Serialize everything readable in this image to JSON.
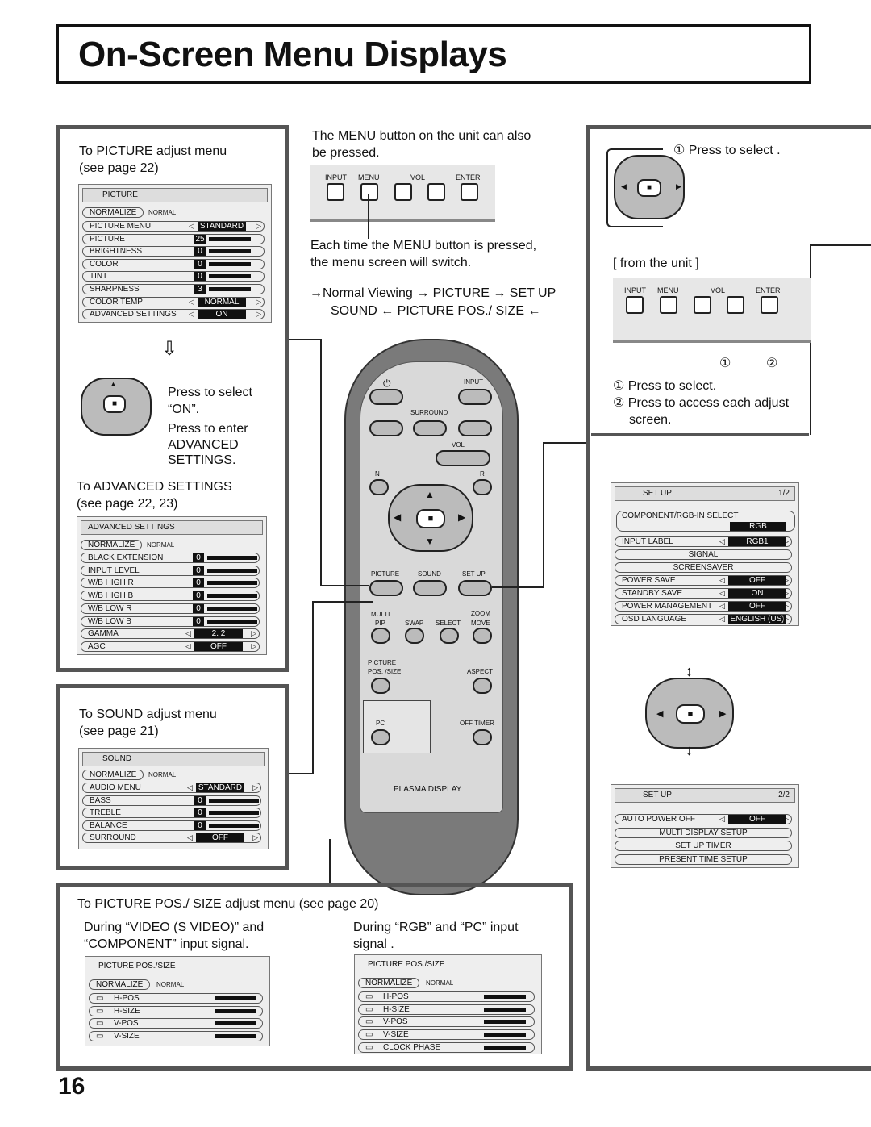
{
  "title": "On-Screen Menu Displays",
  "page_number": "16",
  "left_panel": {
    "picture_caption": [
      "To PICTURE adjust menu",
      "(see page 22)"
    ],
    "picture_menu": {
      "title": "PICTURE",
      "normalize": "NORMALIZE",
      "normal": "NORMAL",
      "rows": [
        {
          "label": "PICTURE  MENU",
          "value": "STANDARD"
        },
        {
          "label": "PICTURE",
          "value": "25"
        },
        {
          "label": "BRIGHTNESS",
          "value": "0"
        },
        {
          "label": "COLOR",
          "value": "0"
        },
        {
          "label": "TINT",
          "value": "0"
        },
        {
          "label": "SHARPNESS",
          "value": "3"
        },
        {
          "label": "COLOR  TEMP",
          "value": "NORMAL"
        },
        {
          "label": "ADVANCED  SETTINGS",
          "value": "ON"
        }
      ]
    },
    "press_select_on": [
      "Press to select",
      "“ON”."
    ],
    "press_enter": [
      "Press to enter",
      "ADVANCED",
      "SETTINGS."
    ],
    "advanced_caption": [
      "To ADVANCED SETTINGS",
      "(see page 22, 23)"
    ],
    "advanced_menu": {
      "title": "ADVANCED  SETTINGS",
      "normalize": "NORMALIZE",
      "normal": "NORMAL",
      "rows": [
        {
          "label": "BLACK  EXTENSION",
          "value": "0"
        },
        {
          "label": "INPUT LEVEL",
          "value": "0"
        },
        {
          "label": "W/B  HIGH  R",
          "value": "0"
        },
        {
          "label": "W/B  HIGH  B",
          "value": "0"
        },
        {
          "label": "W/B  LOW  R",
          "value": "0"
        },
        {
          "label": "W/B  LOW  B",
          "value": "0"
        },
        {
          "label": "GAMMA",
          "value": "2. 2"
        },
        {
          "label": "AGC",
          "value": "OFF"
        }
      ]
    }
  },
  "sound_panel": {
    "caption": [
      "To SOUND adjust menu",
      "(see page 21)"
    ],
    "menu": {
      "title": "SOUND",
      "normalize": "NORMALIZE",
      "normal": "NORMAL",
      "rows": [
        {
          "label": "AUDIO  MENU",
          "value": "STANDARD"
        },
        {
          "label": "BASS",
          "value": "0"
        },
        {
          "label": "TREBLE",
          "value": "0"
        },
        {
          "label": "BALANCE",
          "value": "0"
        },
        {
          "label": "SURROUND",
          "value": "OFF"
        }
      ]
    }
  },
  "center": {
    "menu_note": [
      "The MENU button on the unit can also",
      "be pressed."
    ],
    "unit_labels": [
      "INPUT",
      "MENU",
      "VOL",
      "ENTER"
    ],
    "each_time": [
      "Each time the MENU button is pressed,",
      "the menu screen will switch."
    ],
    "flow_top": [
      "Normal Viewing",
      "PICTURE",
      "SET UP"
    ],
    "flow_bottom": [
      "SOUND",
      "PICTURE POS./ SIZE"
    ]
  },
  "remote": {
    "input": "INPUT",
    "surround": "SURROUND",
    "vol": "VOL",
    "n": "N",
    "r": "R",
    "picture": "PICTURE",
    "sound": "SOUND",
    "setup": "SET UP",
    "multi": "MULTI",
    "zoom": "ZOOM",
    "pip": "PIP",
    "swap": "SWAP",
    "select": "SELECT",
    "move": "MOVE",
    "picture_pos": [
      "PICTURE",
      "POS. /SIZE"
    ],
    "aspect": "ASPECT",
    "pc": "PC",
    "off_timer": "OFF TIMER",
    "brand": "PLASMA DISPLAY"
  },
  "right_panel": {
    "press_select_top": "Press to select .",
    "from_unit": "[ from the unit ]",
    "unit_labels": [
      "INPUT",
      "MENU",
      "VOL",
      "ENTER"
    ],
    "circle1": "①",
    "circle2": "②",
    "note1": "Press to select.",
    "note2": [
      "Press to access each adjust",
      "screen."
    ],
    "setup1": {
      "title": "SET UP",
      "page": "1/2",
      "component_label": "COMPONENT/RGB-IN  SELECT",
      "component_value": "RGB",
      "rows": [
        {
          "label": "INPUT LABEL",
          "value": "RGB1"
        },
        {
          "label": "SIGNAL",
          "value": ""
        },
        {
          "label": "SCREENSAVER",
          "value": ""
        },
        {
          "label": "POWER SAVE",
          "value": "OFF"
        },
        {
          "label": "STANDBY SAVE",
          "value": "ON"
        },
        {
          "label": "POWER MANAGEMENT",
          "value": "OFF"
        },
        {
          "label": "OSD  LANGUAGE",
          "value": "ENGLISH (US)"
        }
      ]
    },
    "setup2": {
      "title": "SET UP",
      "page": "2/2",
      "rows": [
        {
          "label": "AUTO POWER OFF",
          "value": "OFF"
        },
        {
          "label": "MULTI DISPLAY SETUP",
          "value": ""
        },
        {
          "label": "SET UP TIMER",
          "value": ""
        },
        {
          "label": "PRESENT TIME SETUP",
          "value": ""
        }
      ]
    }
  },
  "bottom_panel": {
    "caption": "To PICTURE POS./ SIZE adjust menu (see page 20)",
    "video_caption": [
      "During “VIDEO (S VIDEO)” and",
      "“COMPONENT” input signal."
    ],
    "rgb_caption": [
      "During “RGB” and “PC” input",
      "signal ."
    ],
    "menu_a": {
      "title": "PICTURE  POS./SIZE",
      "normalize": "NORMALIZE",
      "normal": "NORMAL",
      "rows": [
        "H-POS",
        "H-SIZE",
        "V-POS",
        "V-SIZE"
      ]
    },
    "menu_b": {
      "title": "PICTURE  POS./SIZE",
      "normalize": "NORMALIZE",
      "normal": "NORMAL",
      "rows": [
        "H-POS",
        "H-SIZE",
        "V-POS",
        "V-SIZE",
        "CLOCK  PHASE"
      ]
    }
  }
}
